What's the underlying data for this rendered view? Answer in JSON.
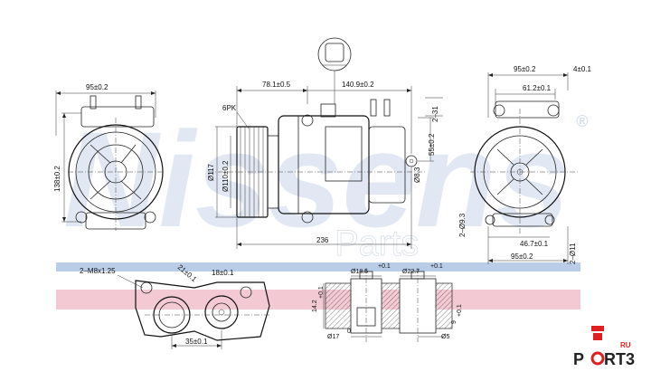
{
  "watermark": {
    "text": "Nissens",
    "registered": "®",
    "sub": "Parts"
  },
  "brand": {
    "name_a": "P",
    "name_b": "RT3",
    "suffix": "RU"
  },
  "colors": {
    "band_blue": "#b9cde8",
    "band_pink": "#f3c9d3",
    "brand_red": "#e02020",
    "brand_dark": "#222222"
  },
  "left_view": {
    "dim_top": "95±0.2",
    "dim_height": "138±0.2"
  },
  "side_view": {
    "dim_a": "78.1±0.5",
    "dim_b": "140.9±0.2",
    "dim_c": "2–31",
    "label_belt": "6PK",
    "dim_pulley_outer": "Ø117",
    "dim_pulley_inner": "Ø110±0.2",
    "dim_bore": "Ø8.3",
    "dim_mount": "55±0.2",
    "dim_length": "236"
  },
  "right_view": {
    "dim_width": "95±0.2",
    "dim_small": "4±0.1",
    "dim_offset": "61.2±0.1",
    "dim_hole": "2–Ø9.3",
    "dim_bottom": "46.7±0.1",
    "dim_base": "95±0.2",
    "dim_side": "2–Ø11"
  },
  "flange_view": {
    "thread": "2–M8x1.25",
    "dim_angle": "21±0.1",
    "dim_top": "18±0.1",
    "dim_base": "35±0.1"
  },
  "section_view": {
    "dim_port_a": "Ø18.5",
    "dim_port_b": "Ø22.7",
    "dim_depth": "14.2",
    "dim_sub": "9",
    "dim_bottom_a": "Ø17",
    "dim_bottom_b": "Ø5",
    "tol_up": "+0.1",
    "tol_down": "0"
  }
}
